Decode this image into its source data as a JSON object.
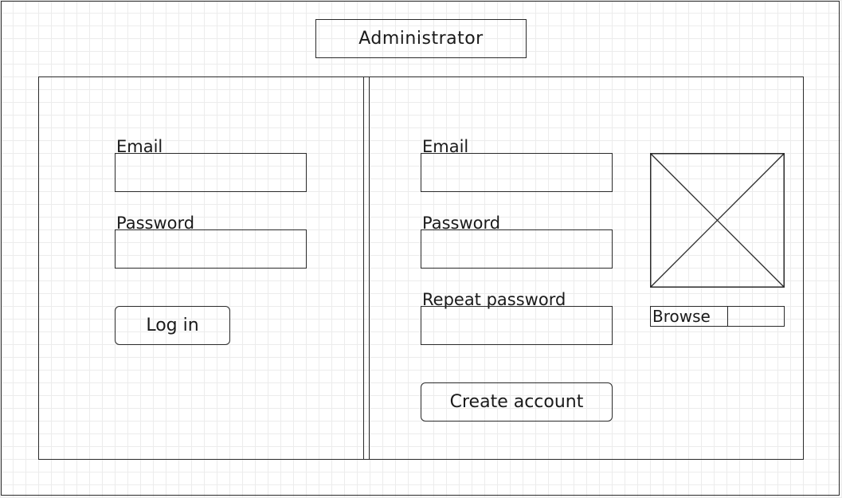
{
  "header": {
    "title": "Administrator"
  },
  "login": {
    "email_label": "Email",
    "email_value": "",
    "password_label": "Password",
    "password_value": "",
    "submit_label": "Log in"
  },
  "register": {
    "email_label": "Email",
    "email_value": "",
    "password_label": "Password",
    "password_value": "",
    "repeat_password_label": "Repeat password",
    "repeat_password_value": "",
    "submit_label": "Create account",
    "image_icon": "image-placeholder-icon",
    "browse_label": "Browse",
    "file_name": ""
  }
}
